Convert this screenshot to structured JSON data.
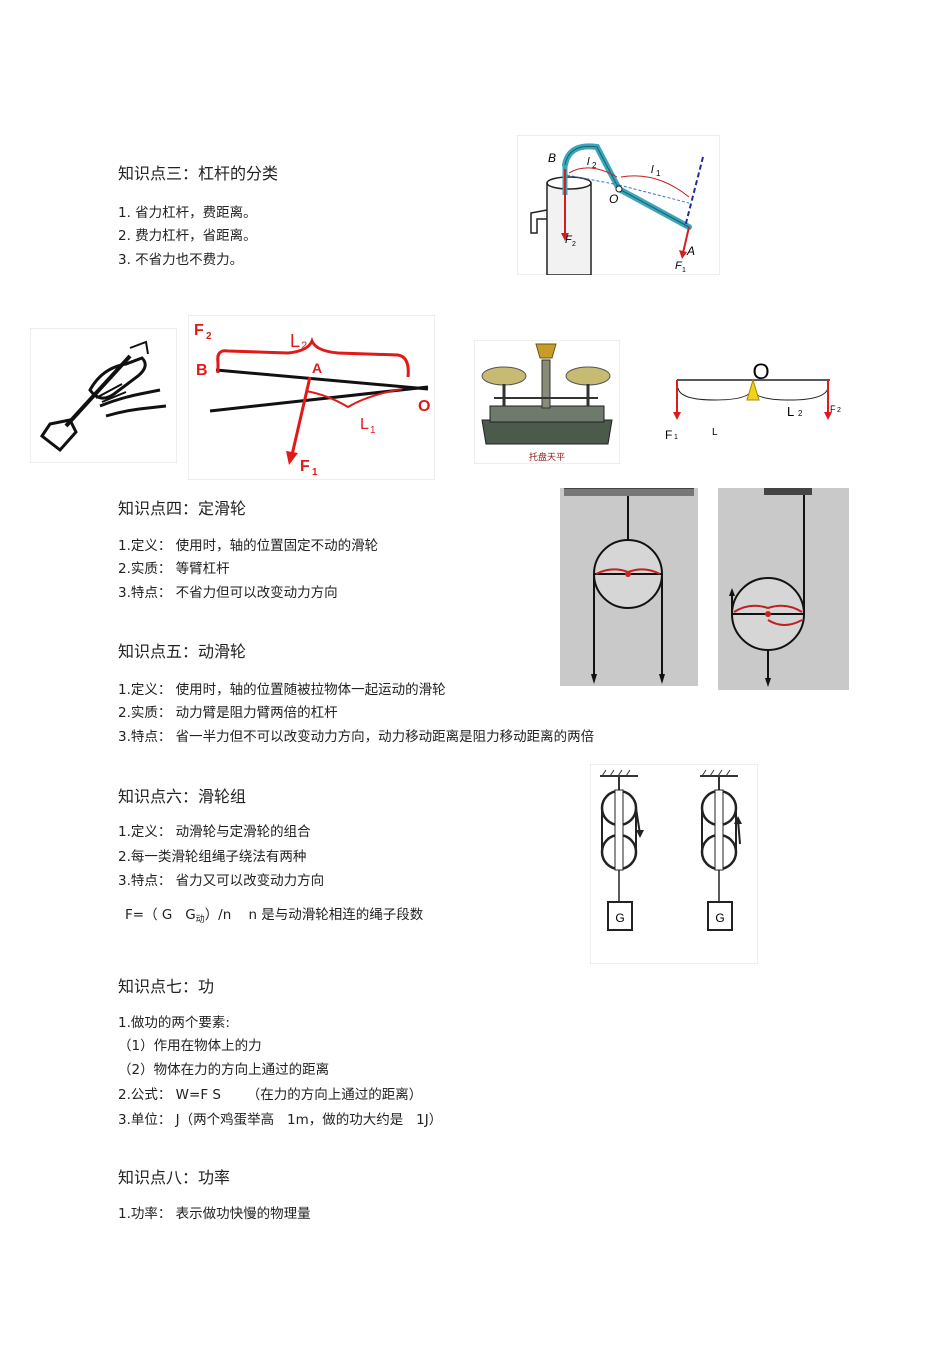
{
  "s3": {
    "heading": "知识点三：杠杆的分类",
    "items": [
      "1. 省力杠杆，费距离。",
      "2. 费力杠杆，省距离。",
      "3. 不省力也不费力。"
    ]
  },
  "fig_pump": {
    "B": "B",
    "l2": "l",
    "l2sub": "2",
    "l1": "l",
    "l1sub": "1",
    "O": "O",
    "A": "A",
    "F2": "F",
    "F2sub": "2",
    "F1": "F",
    "F1sub": "1"
  },
  "fig_scissors": {
    "F2": "F",
    "F2sub": "2",
    "L2": "L",
    "L2sub": "2",
    "B": "B",
    "A": "A",
    "O": "O",
    "L1": "L",
    "L1sub": "1",
    "F1": "F",
    "F1sub": "1"
  },
  "fig_balance": {
    "caption": "托盘天平"
  },
  "fig_lever": {
    "O": "O",
    "L2": "L",
    "L2sub": "2",
    "F2": "F",
    "F2sub": "2",
    "F1": "F",
    "F1sub": "1",
    "L": "L"
  },
  "s4": {
    "heading": "知识点四：定滑轮",
    "items": [
      "1.定义： 使用时，轴的位置固定不动的滑轮",
      "2.实质： 等臂杠杆",
      "3.特点： 不省力但可以改变动力方向"
    ]
  },
  "s5": {
    "heading": "知识点五：动滑轮",
    "items": [
      "1.定义： 使用时，轴的位置随被拉物体一起运动的滑轮",
      "2.实质： 动力臂是阻力臂两倍的杠杆",
      "3.特点： 省一半力但不可以改变动力方向，动力移动距离是阻力移动距离的两倍"
    ]
  },
  "s6": {
    "heading": "知识点六：滑轮组",
    "items": [
      "1.定义： 动滑轮与定滑轮的组合",
      "2.每一类滑轮组绳子绕法有两种",
      "3.特点： 省力又可以改变动力方向"
    ],
    "formula_a": "F=（ G   G",
    "formula_sub": "动",
    "formula_b": "）/n    n 是与动滑轮相连的绳子段数",
    "weight_label": "G"
  },
  "s7": {
    "heading": "知识点七：功",
    "items": [
      "1.做功的两个要素:",
      "（1）作用在物体上的力",
      "（2）物体在力的方向上通过的距离",
      "2.公式： W=F S      （在力的方向上通过的距离）",
      "3.单位： J（两个鸡蛋举高   1m，做的功大约是   1J）"
    ]
  },
  "s8": {
    "heading": "知识点八：功率",
    "items": [
      "1.功率： 表示做功快慢的物理量"
    ]
  }
}
